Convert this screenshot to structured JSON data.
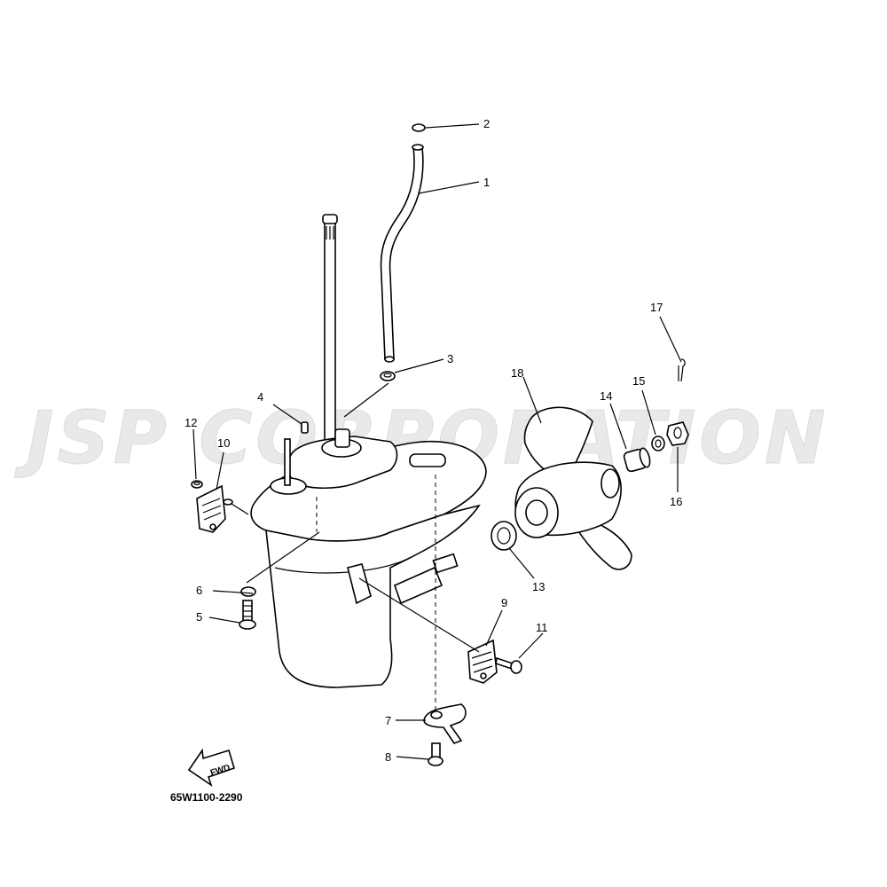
{
  "watermark": {
    "text": "JSP CORPORATION"
  },
  "diagram_code": "65W1100-2290",
  "fwd_label": "FWD",
  "callouts": [
    {
      "id": "1",
      "label": "1"
    },
    {
      "id": "2",
      "label": "2"
    },
    {
      "id": "3",
      "label": "3"
    },
    {
      "id": "4",
      "label": "4"
    },
    {
      "id": "5",
      "label": "5"
    },
    {
      "id": "6",
      "label": "6"
    },
    {
      "id": "7",
      "label": "7"
    },
    {
      "id": "8",
      "label": "8"
    },
    {
      "id": "9",
      "label": "9"
    },
    {
      "id": "10",
      "label": "10"
    },
    {
      "id": "11",
      "label": "11"
    },
    {
      "id": "12",
      "label": "12"
    },
    {
      "id": "13",
      "label": "13"
    },
    {
      "id": "14",
      "label": "14"
    },
    {
      "id": "15",
      "label": "15"
    },
    {
      "id": "16",
      "label": "16"
    },
    {
      "id": "17",
      "label": "17"
    },
    {
      "id": "18",
      "label": "18"
    }
  ]
}
